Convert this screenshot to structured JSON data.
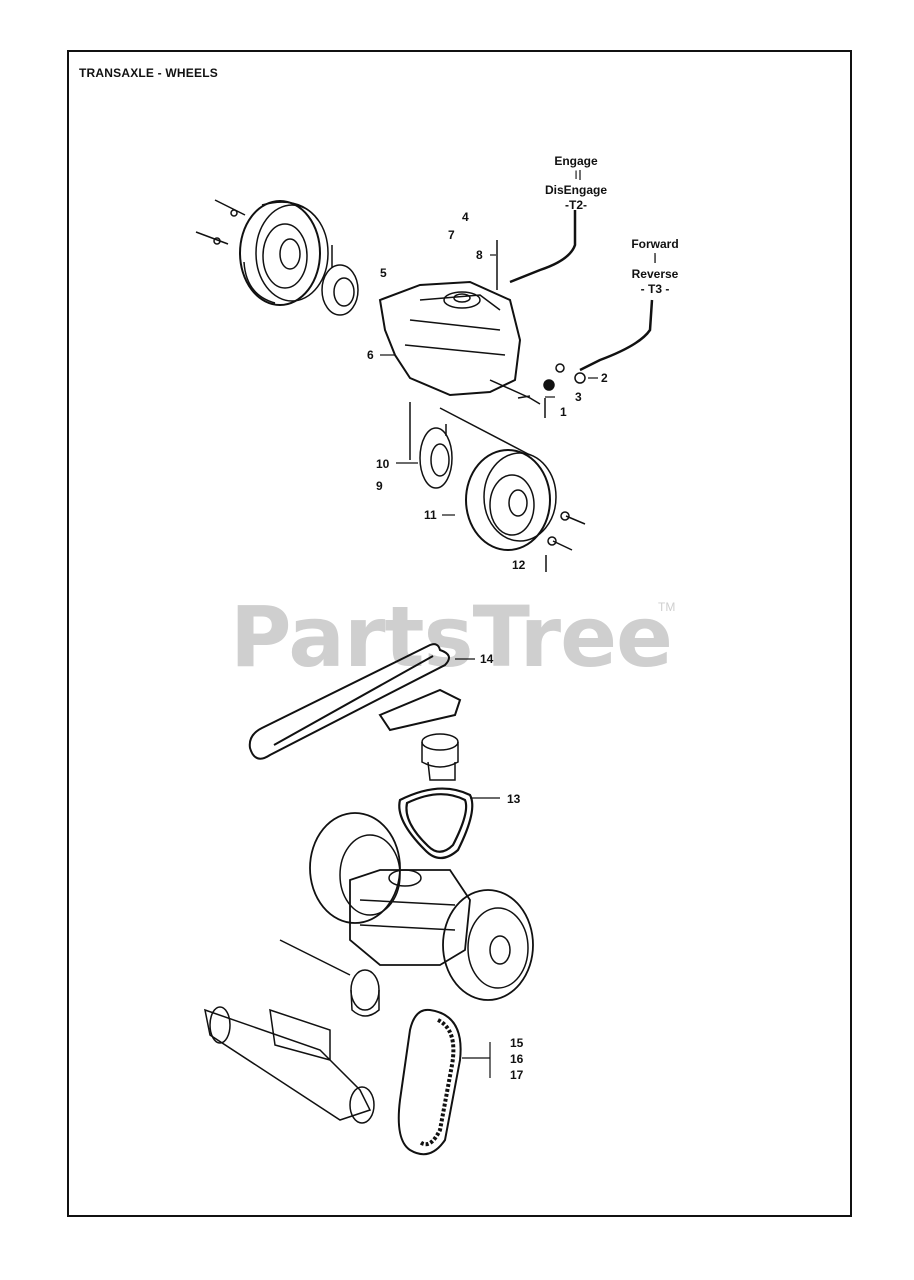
{
  "title": "TRANSAXLE - WHEELS",
  "watermark": {
    "text": "PartsTree",
    "tm": "TM"
  },
  "callouts": {
    "c1": "1",
    "c2": "2",
    "c3": "3",
    "c4": "4",
    "c5": "5",
    "c6": "6",
    "c7": "7",
    "c8": "8",
    "c9": "9",
    "c10": "10",
    "c11": "11",
    "c12": "12",
    "c13": "13",
    "c14": "14",
    "c15": "15",
    "c16": "16",
    "c17": "17"
  },
  "engage_label": {
    "top": "Engage",
    "sep": "I",
    "bottom": "DisEngage",
    "code": "-T2-"
  },
  "forward_label": {
    "top": "Forward",
    "sep": "I",
    "bottom": "Reverse",
    "code": "- T3 -"
  }
}
